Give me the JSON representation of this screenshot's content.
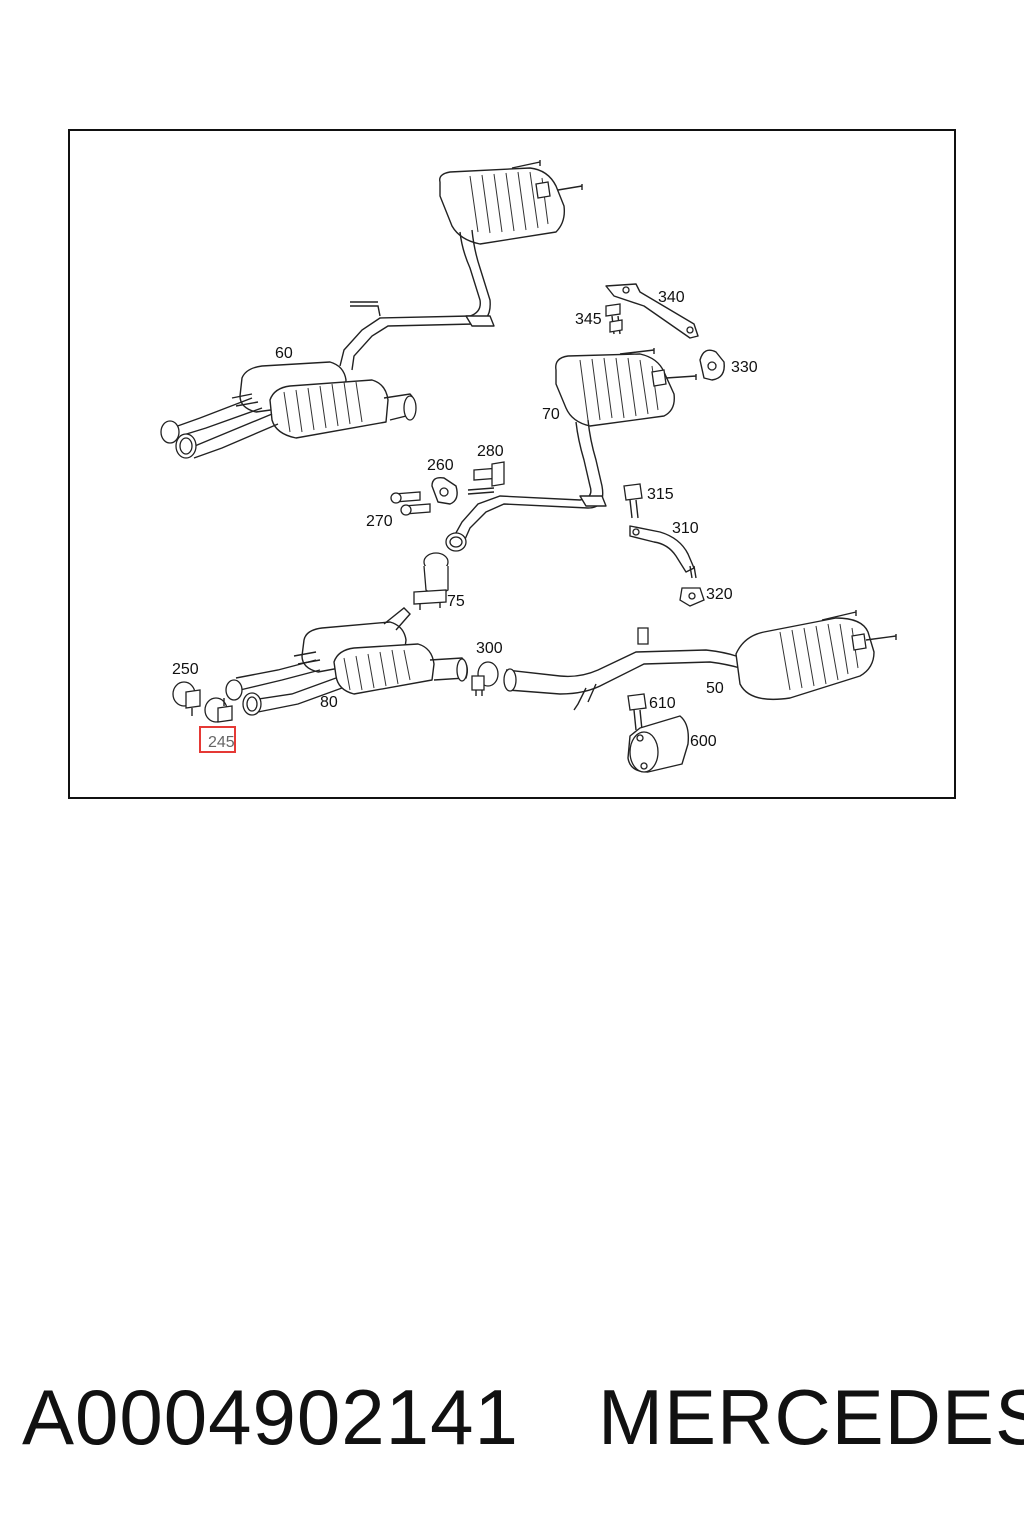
{
  "diagram": {
    "labels": {
      "l60": "60",
      "l340": "340",
      "l345": "345",
      "l330": "330",
      "l70": "70",
      "l260": "260",
      "l280": "280",
      "l315": "315",
      "l270": "270",
      "l310": "310",
      "l75": "75",
      "l320": "320",
      "l250": "250",
      "l300": "300",
      "l80": "80",
      "l50": "50",
      "l610": "610",
      "l600": "600",
      "l245": "245"
    },
    "highlight_color": "#e53935"
  },
  "footer": {
    "part_number": "A0004902141",
    "brand": "MERCEDES"
  }
}
